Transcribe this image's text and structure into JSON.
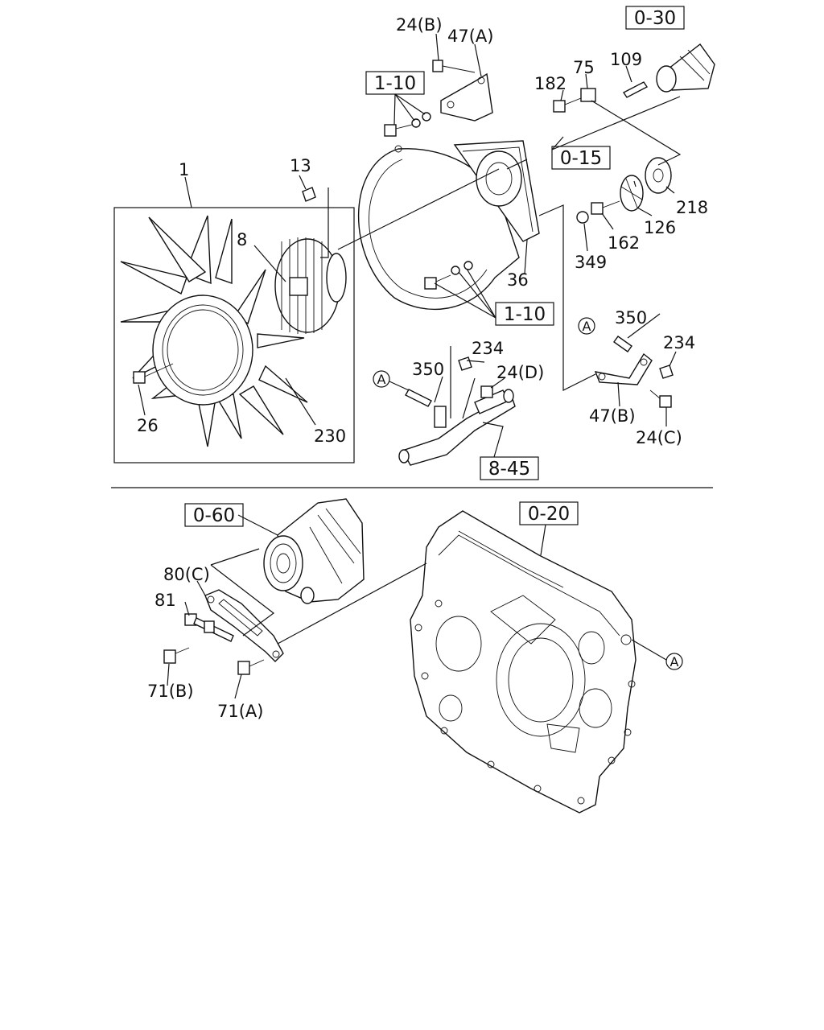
{
  "upper": {
    "ref_boxes": {
      "b_030": "0-30",
      "b_110_top": "1-10",
      "b_015": "0-15",
      "b_110_mid": "1-10",
      "b_845": "8-45"
    },
    "labels": {
      "l_24b": "24(B)",
      "l_47a": "47(A)",
      "l_182": "182",
      "l_75": "75",
      "l_109": "109",
      "l_1": "1",
      "l_13": "13",
      "l_8": "8",
      "l_218": "218",
      "l_126": "126",
      "l_162": "162",
      "l_349": "349",
      "l_36": "36",
      "l_350_r": "350",
      "l_234_r": "234",
      "l_47b": "47(B)",
      "l_24c": "24(C)",
      "l_234_m": "234",
      "l_350_m": "350",
      "l_24d": "24(D)",
      "l_26": "26",
      "l_230": "230",
      "m_a1": "A",
      "m_a2": "A"
    }
  },
  "lower": {
    "ref_boxes": {
      "b_060": "0-60",
      "b_020": "0-20"
    },
    "labels": {
      "l_80c": "80(C)",
      "l_81": "81",
      "l_71b": "71(B)",
      "l_71a": "71(A)",
      "m_a3": "A"
    }
  }
}
